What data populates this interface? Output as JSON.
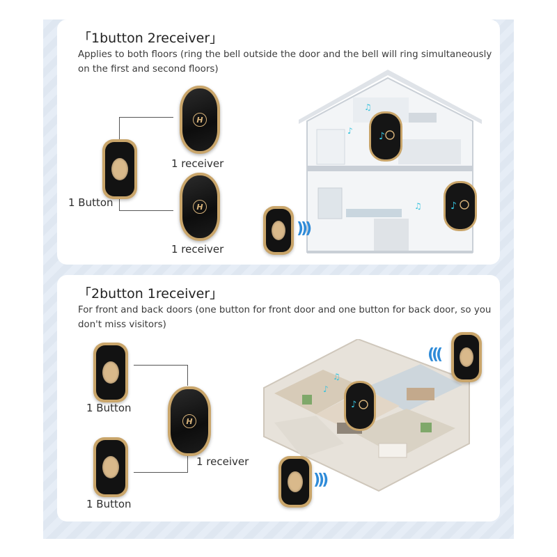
{
  "section1": {
    "title": "「1button 2receiver」",
    "description": "Applies to both floors (ring the bell outside the door and the bell will ring simultaneously on the first and second floors)",
    "button_label": "1 Button",
    "receiver_top_label": "1 receiver",
    "receiver_bottom_label": "1 receiver",
    "scene_icon": "two-floor-house-illustration"
  },
  "section2": {
    "title": "「2button 1receiver」",
    "description": "For front and back doors (one button for front door and one button for back door, so you don't miss visitors)",
    "button_top_label": "1 Button",
    "button_bottom_label": "1 Button",
    "receiver_label": "1 receiver",
    "scene_icon": "apartment-floorplan-illustration"
  },
  "colors": {
    "device_body": "#121212",
    "device_trim": "#c9a56a",
    "signal": "#2f8bd8",
    "background": "#e6edf6"
  }
}
